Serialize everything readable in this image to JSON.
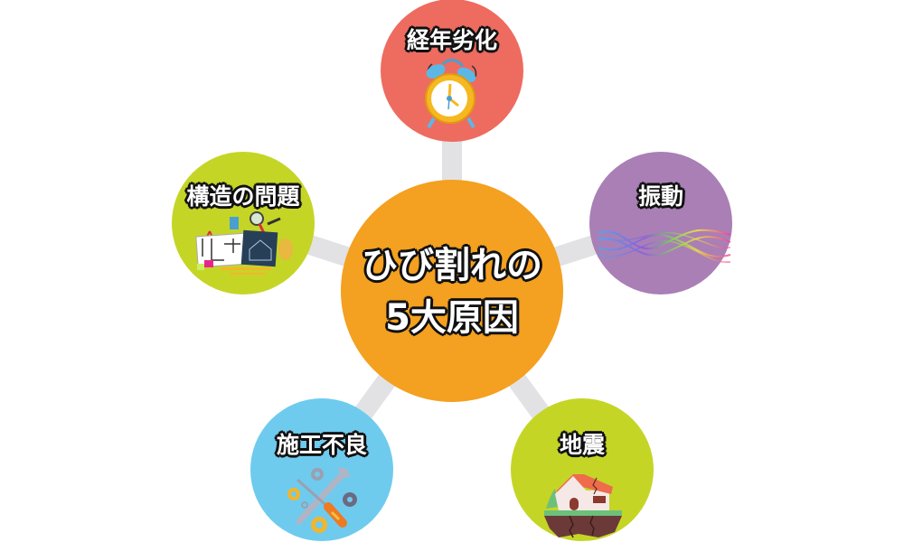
{
  "diagram": {
    "type": "hub-and-spoke",
    "center": {
      "line1": "ひび割れの",
      "line2": "5大原因",
      "color": "#f4a020"
    },
    "connector_color": "#e2e2e4",
    "nodes": [
      {
        "id": "aging",
        "label": "経年劣化",
        "color": "#ee6b60",
        "icon": "alarm-clock-icon"
      },
      {
        "id": "vibration",
        "label": "振動",
        "color": "#a97fb6",
        "icon": "rainbow-wave-icon"
      },
      {
        "id": "earthquake",
        "label": "地震",
        "color": "#c5d526",
        "icon": "cracked-house-icon"
      },
      {
        "id": "poor-construction",
        "label": "施工不良",
        "color": "#6ecbee",
        "icon": "tools-gears-icon"
      },
      {
        "id": "structural",
        "label": "構造の問題",
        "color": "#c5d526",
        "icon": "blueprint-tools-icon"
      }
    ]
  }
}
